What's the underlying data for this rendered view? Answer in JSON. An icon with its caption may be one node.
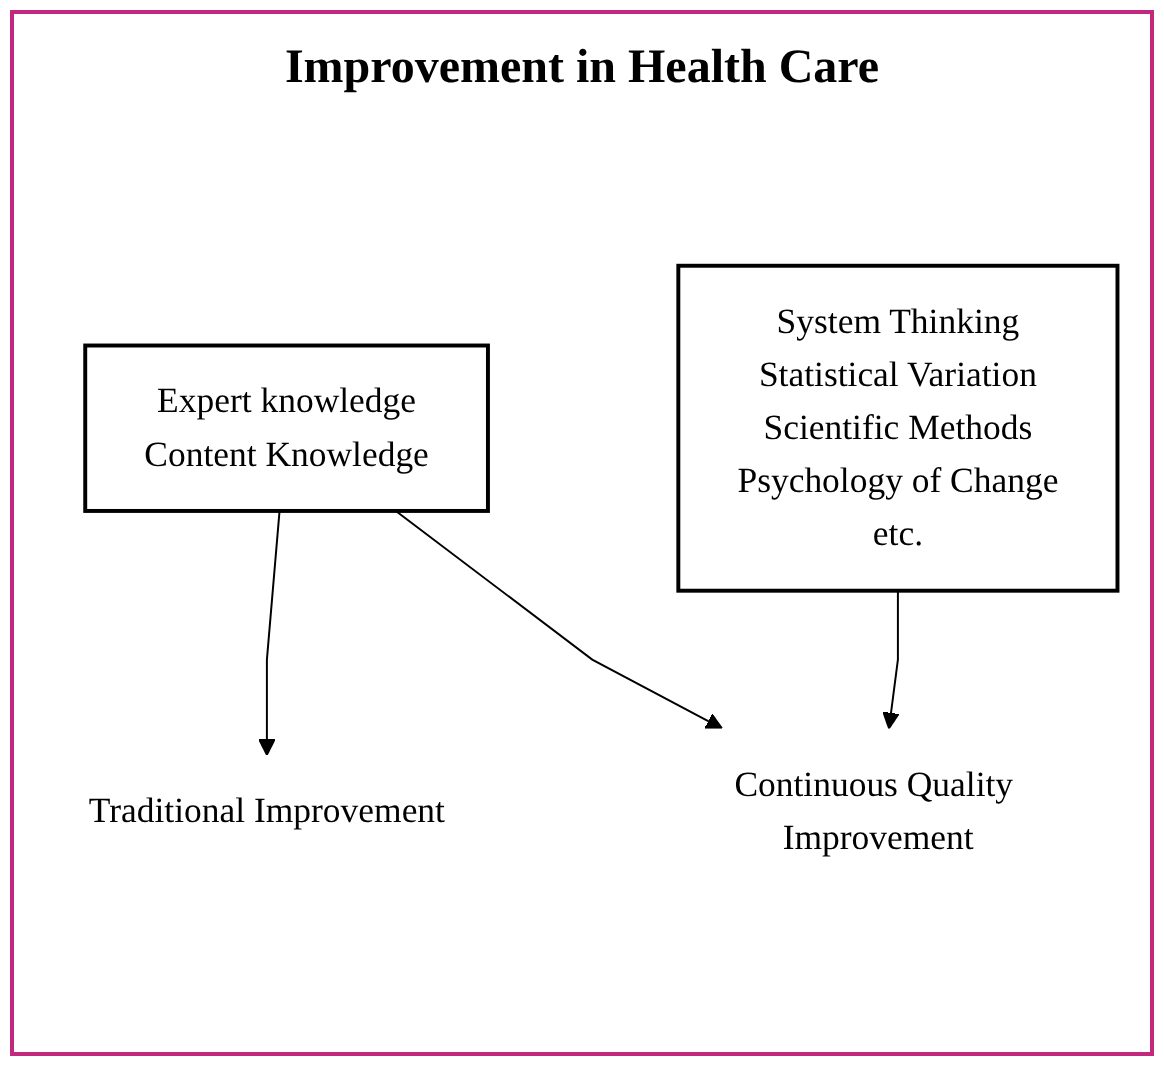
{
  "diagram": {
    "title": "Improvement in Health Care",
    "nodes": [
      {
        "text": [
          "Expert knowledge",
          "Content Knowledge"
        ]
      },
      {
        "text": [
          "System Thinking",
          "Statistical Variation",
          "Scientific Methods",
          "Psychology of Change",
          "etc."
        ]
      },
      {
        "text": [
          "Traditional Improvement"
        ]
      },
      {
        "text": [
          "Continuous Quality Improvement"
        ]
      }
    ],
    "edges": [
      {
        "from": 0,
        "to": 2,
        "arrow": "to"
      },
      {
        "from": 0,
        "to": 3,
        "arrow": "to"
      },
      {
        "from": 1,
        "to": 3,
        "arrow": "to"
      }
    ]
  }
}
